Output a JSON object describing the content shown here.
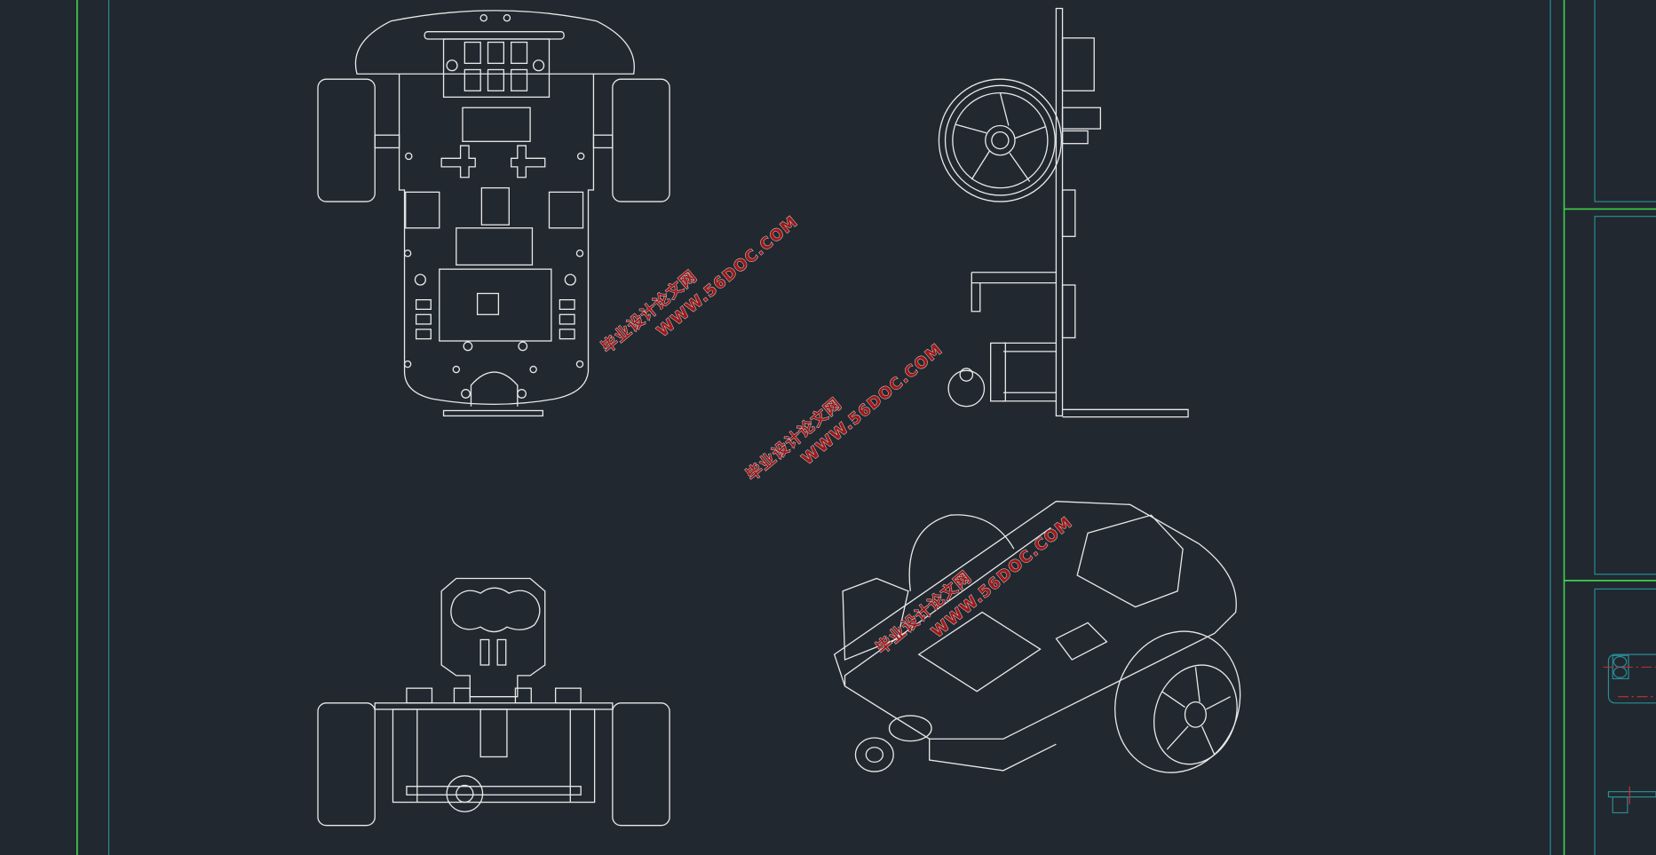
{
  "drawing": {
    "views": [
      "top-view",
      "side-view",
      "front-view",
      "isometric-view"
    ],
    "colors": {
      "background": "#212830",
      "geometry": "#e8e8e8",
      "frame_green": "#3fd04a",
      "frame_teal": "#2a8d94",
      "centerline": "#c83030",
      "watermark": "#a01818"
    }
  },
  "watermarks": [
    {
      "line1": "毕业设计论文网",
      "line2": "WWW.56DOC.COM"
    },
    {
      "line1": "毕业设计论文网",
      "line2": "WWW.56DOC.COM"
    },
    {
      "line1": "毕业设计论文网",
      "line2": "WWW.56DOC.COM"
    }
  ]
}
